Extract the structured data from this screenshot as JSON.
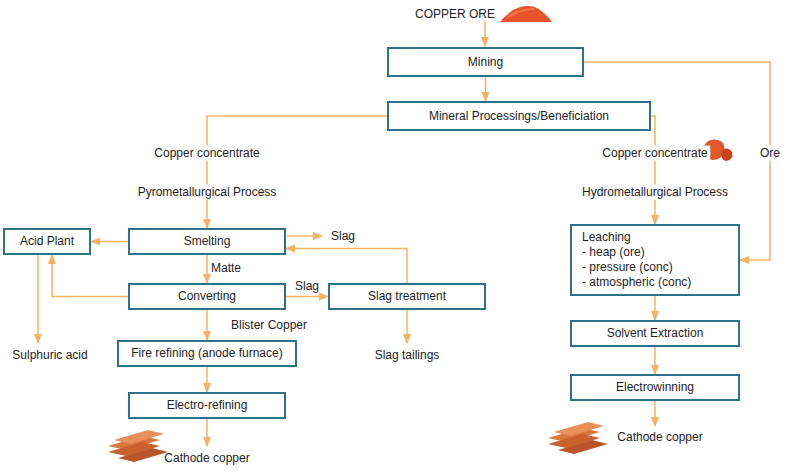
{
  "diagram": {
    "nodes": [
      {
        "text": [
          "Mining"
        ]
      },
      {
        "text": [
          "Mineral Processings/Beneficiation"
        ]
      },
      {
        "text": [
          "Acid Plant"
        ]
      },
      {
        "text": [
          "Smelting"
        ]
      },
      {
        "text": [
          "Converting"
        ]
      },
      {
        "text": [
          "Slag treatment"
        ]
      },
      {
        "text": [
          "Fire refining (anode furnace)"
        ]
      },
      {
        "text": [
          "Electro-refining"
        ]
      },
      {
        "text": [
          "Leaching",
          "- heap (ore)",
          "- pressure (conc)",
          "- atmospheric (conc)"
        ]
      },
      {
        "text": [
          "Solvent Extraction"
        ]
      },
      {
        "text": [
          "Electrowinning"
        ]
      }
    ],
    "edges": [
      {
        "from": 0,
        "to": 1,
        "arrow": "to"
      },
      {
        "from": 1,
        "to": 3,
        "arrow": "to"
      },
      {
        "from": 1,
        "to": 8,
        "arrow": "to"
      },
      {
        "from": 0,
        "to": 8,
        "label": "Ore",
        "arrow": "to"
      },
      {
        "from": 3,
        "to": 2,
        "arrow": "to"
      },
      {
        "from": 4,
        "to": 2,
        "arrow": "to"
      },
      {
        "from": 3,
        "to": 4,
        "label": "Matte",
        "arrow": "to"
      },
      {
        "from": 4,
        "to": 5,
        "label": "Slag",
        "arrow": "to"
      },
      {
        "from": 5,
        "to": 3,
        "arrow": "to"
      },
      {
        "from": 4,
        "to": 6,
        "label": "Blister Copper",
        "arrow": "to"
      },
      {
        "from": 6,
        "to": 7,
        "arrow": "to"
      },
      {
        "from": 8,
        "to": 9,
        "arrow": "to"
      },
      {
        "from": 9,
        "to": 10,
        "arrow": "to"
      }
    ],
    "labels": [
      "COPPER ORE",
      "Copper concentrate",
      "Pyrometallurgical Process",
      "Copper concentrate",
      "Hydrometallurgical Process",
      "Slag",
      "Sulphuric acid",
      "Slag tailings",
      "Cathode copper",
      "Cathode copper"
    ]
  }
}
